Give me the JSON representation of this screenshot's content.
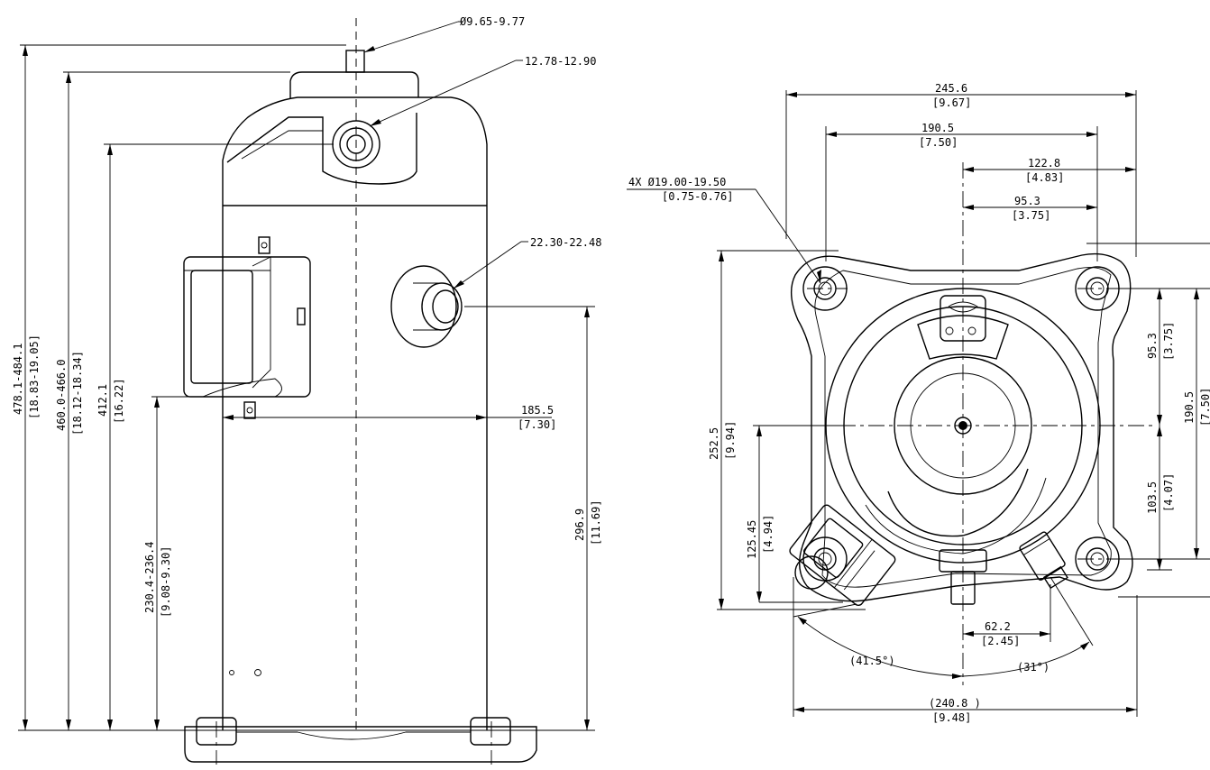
{
  "side_view": {
    "pipe_dia": "Ø9.65-9.77",
    "suction_dia": "12.78-12.90",
    "discharge_dia": "22.30-22.48",
    "h_overall": {
      "mm": "478.1-484.1",
      "in": "[18.83-19.05]"
    },
    "h_shell": {
      "mm": "460.0-466.0",
      "in": "[18.12-18.34]"
    },
    "h_suction": {
      "mm": "412.1",
      "in": "[16.22]"
    },
    "h_box": {
      "mm": "230.4-236.4",
      "in": "[9.08-9.30]"
    },
    "h_discharge": {
      "mm": "296.9",
      "in": "[11.69]"
    },
    "w_discharge": {
      "mm": "185.5",
      "in": "[7.30]"
    }
  },
  "top_view": {
    "holes": {
      "mm": "4X Ø19.00-19.50",
      "in": "[0.75-0.76]"
    },
    "w_overall": {
      "mm": "245.6",
      "in": "[9.67]"
    },
    "w_mount": {
      "mm": "190.5",
      "in": "[7.50]"
    },
    "w_half_overall": {
      "mm": "122.8",
      "in": "[4.83]"
    },
    "w_half_mount": {
      "mm": "95.3",
      "in": "[3.75]"
    },
    "h_overall": {
      "mm": "252.5",
      "in": "[9.94]"
    },
    "h_center": {
      "mm": "125.45",
      "in": "[4.94]"
    },
    "v_mount_upper": {
      "mm": "95.3",
      "in": "[3.75]"
    },
    "v_mount_full": {
      "mm": "190.5",
      "in": "[7.50]"
    },
    "v_lower": {
      "mm": "103.5",
      "in": "[4.07]"
    },
    "offset": {
      "mm": "62.2",
      "in": "[2.45]"
    },
    "angle_left": "(41.5°)",
    "angle_right": "(31°)",
    "w_bottom": {
      "mm": "(240.8 )",
      "in": "[9.48]"
    }
  }
}
